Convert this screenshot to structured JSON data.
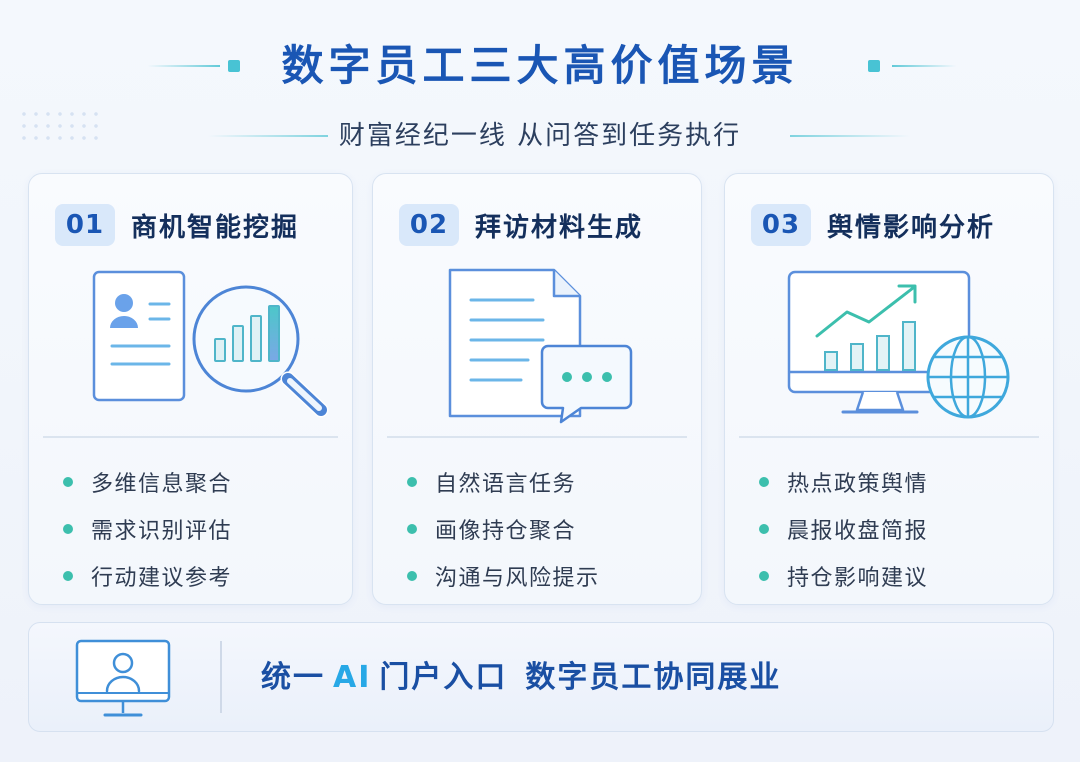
{
  "header": {
    "title": "数字员工三大高价值场景",
    "subtitle": "财富经纪一线 从问答到任务执行"
  },
  "cards": [
    {
      "number": "01",
      "title": "商机智能挖掘",
      "illustration": "profile-document-magnifier-icon",
      "bullets": [
        "多维信息聚合",
        "需求识别评估",
        "行动建议参考"
      ]
    },
    {
      "number": "02",
      "title": "拜访材料生成",
      "illustration": "document-chat-bubble-icon",
      "bullets": [
        "自然语言任务",
        "画像持仓聚合",
        "沟通与风险提示"
      ]
    },
    {
      "number": "03",
      "title": "舆情影响分析",
      "illustration": "monitor-chart-globe-icon",
      "bullets": [
        "热点政策舆情",
        "晨报收盘简报",
        "持仓影响建议"
      ]
    }
  ],
  "footer": {
    "text_before": "统一",
    "text_ai": "AI",
    "text_middle": "门户入口",
    "text_after": "数字员工协同展业",
    "icon": "monitor-user-icon"
  },
  "colors": {
    "primary": "#1a56b4",
    "teal": "#3cbfad",
    "accent": "#27a8e6"
  }
}
